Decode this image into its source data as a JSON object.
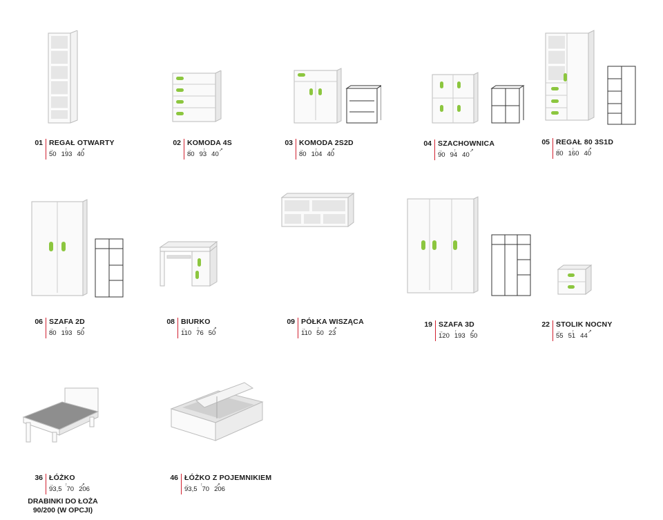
{
  "colors": {
    "accent_green": "#8cc63f",
    "label_bar": "#d11f2e"
  },
  "products": [
    {
      "num": "01",
      "name": "REGAŁ OTWARTY",
      "dims": [
        "50",
        "193",
        "40"
      ]
    },
    {
      "num": "02",
      "name": "KOMODA 4S",
      "dims": [
        "80",
        "93",
        "40"
      ]
    },
    {
      "num": "03",
      "name": "KOMODA 2S2D",
      "dims": [
        "80",
        "104",
        "40"
      ]
    },
    {
      "num": "04",
      "name": "SZACHOWNICA",
      "dims": [
        "90",
        "94",
        "40"
      ]
    },
    {
      "num": "05",
      "name": "REGAŁ 80 3S1D",
      "dims": [
        "80",
        "160",
        "40"
      ]
    },
    {
      "num": "06",
      "name": "SZAFA 2D",
      "dims": [
        "80",
        "193",
        "50"
      ]
    },
    {
      "num": "08",
      "name": "BIURKO",
      "dims": [
        "110",
        "76",
        "50"
      ]
    },
    {
      "num": "09",
      "name": "PÓŁKA WISZĄCA",
      "dims": [
        "110",
        "50",
        "23"
      ]
    },
    {
      "num": "19",
      "name": "SZAFA 3D",
      "dims": [
        "120",
        "193",
        "50"
      ]
    },
    {
      "num": "22",
      "name": "STOLIK NOCNY",
      "dims": [
        "55",
        "51",
        "44"
      ]
    },
    {
      "num": "36",
      "name": "ŁÓŻKO",
      "dims": [
        "93,5",
        "70",
        "206"
      ]
    },
    {
      "num": "46",
      "name": "ŁÓŻKO Z POJEMNIKIEM",
      "dims": [
        "93,5",
        "70",
        "206"
      ]
    }
  ],
  "arrow_glyphs": [
    "→",
    "↑",
    "↗"
  ],
  "extra_note": {
    "line1": "DRABINKI DO ŁOŻA",
    "line2": "90/200 (W OPCJI)"
  }
}
